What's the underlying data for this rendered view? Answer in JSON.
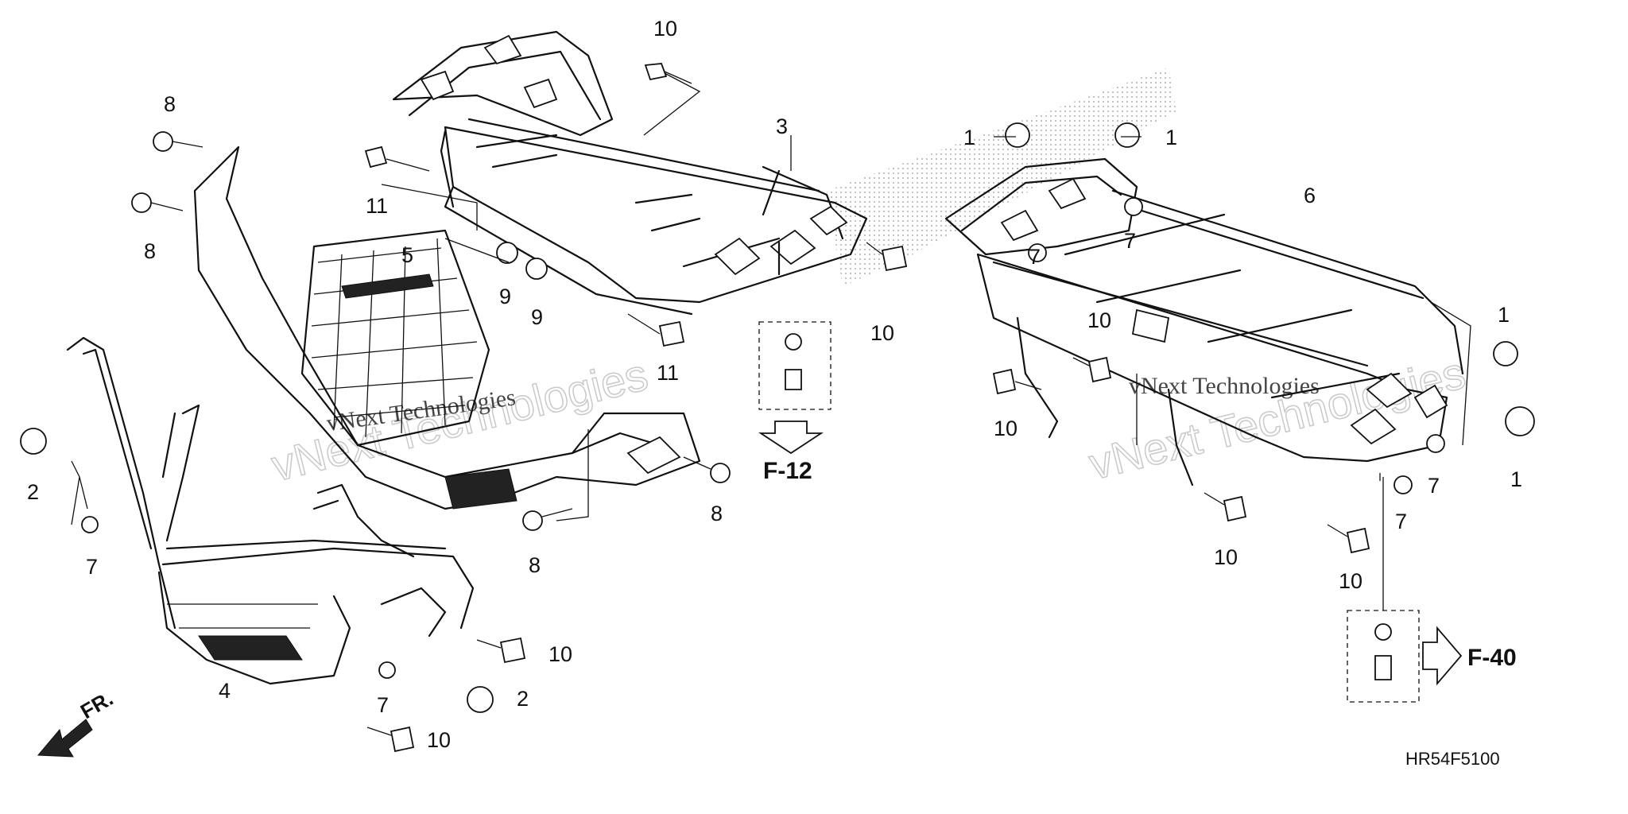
{
  "diagram": {
    "callouts": {
      "n10_top": "10",
      "n8_a": "8",
      "n8_b": "8",
      "n11_a": "11",
      "n3": "3",
      "n5": "5",
      "n9_a": "9",
      "n9_b": "9",
      "n10_mid": "10",
      "n11_b": "11",
      "n8_c": "8",
      "n8_d": "8",
      "n2_a": "2",
      "n7_a": "7",
      "n4": "4",
      "n10_b": "10",
      "n7_b": "7",
      "n2_b": "2",
      "n10_c": "10",
      "n1_a": "1",
      "n1_b": "1",
      "n6": "6",
      "n7_c": "7",
      "n7_d": "7",
      "n10_d": "10",
      "n10_e": "10",
      "n1_c": "1",
      "n1_d": "1",
      "n7_e": "7",
      "n7_f": "7",
      "n10_f": "10",
      "n10_g": "10"
    },
    "refs": {
      "f12": "F-12",
      "f40": "F-40"
    },
    "direction_label": "FR.",
    "diagram_code": "HR54F5100",
    "watermarks": {
      "left_big": "vNext Technologies",
      "left_small": "vNext Technologies",
      "right_big": "vNext Technologies",
      "right_small": "vNext Technologies"
    },
    "colors": {
      "line": "#111111",
      "background": "#ffffff",
      "watermark": "#c9c9c9"
    }
  }
}
